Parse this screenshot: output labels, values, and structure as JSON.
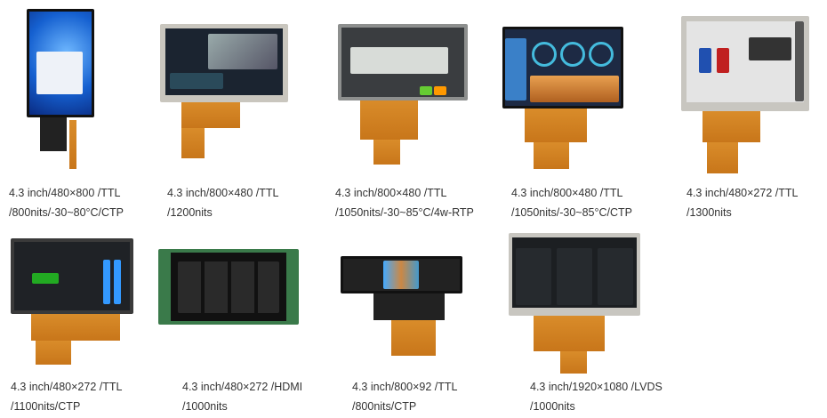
{
  "products": [
    {
      "line1": "4.3 inch/480×800 /TTL",
      "line2": "/800nits/-30~80°C/CTP"
    },
    {
      "line1": "4.3 inch/800×480 /TTL",
      "line2": "/1200nits"
    },
    {
      "line1": "4.3 inch/800×480 /TTL",
      "line2": "/1050nits/-30~85°C/4w-RTP"
    },
    {
      "line1": "4.3 inch/800×480 /TTL",
      "line2": "/1050nits/-30~85°C/CTP"
    },
    {
      "line1": "4.3 inch/480×272 /TTL",
      "line2": "/1300nits"
    },
    {
      "line1": "4.3 inch/480×272 /TTL",
      "line2": "/1100nits/CTP"
    },
    {
      "line1": "4.3 inch/480×272 /HDMI",
      "line2": "/1000nits"
    },
    {
      "line1": "4.3 inch/800×92 /TTL",
      "line2": "/800nits/CTP"
    },
    {
      "line1": "4.3 inch/1920×1080 /LVDS",
      "line2": "/1000nits"
    }
  ],
  "colors": {
    "fpc": "#d98c2a",
    "caption": "#333333"
  }
}
